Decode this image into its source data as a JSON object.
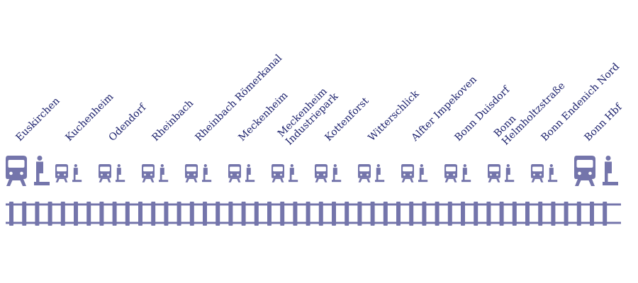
{
  "colors": {
    "label": "#1a1f6b",
    "icon": "#7475ab",
    "track": "#7475ab"
  },
  "icons": {
    "train": "train-icon",
    "person": "person-on-platform-icon"
  },
  "stations": [
    {
      "lines": [
        "Euskirchen"
      ],
      "terminus": true
    },
    {
      "lines": [
        "Kuchenheim"
      ],
      "terminus": false
    },
    {
      "lines": [
        "Odendorf"
      ],
      "terminus": false
    },
    {
      "lines": [
        "Rheinbach"
      ],
      "terminus": false
    },
    {
      "lines": [
        "Rheinbach Römerkanal"
      ],
      "terminus": false
    },
    {
      "lines": [
        "Meckenheim"
      ],
      "terminus": false
    },
    {
      "lines": [
        "Meckenheim",
        "Industriepark"
      ],
      "terminus": false
    },
    {
      "lines": [
        "Kottenforst"
      ],
      "terminus": false
    },
    {
      "lines": [
        "Witterschlick"
      ],
      "terminus": false
    },
    {
      "lines": [
        "Alfter Impekoven"
      ],
      "terminus": false
    },
    {
      "lines": [
        "Bonn Duisdorf"
      ],
      "terminus": false
    },
    {
      "lines": [
        "Bonn",
        "Helmholtzstraße"
      ],
      "terminus": false
    },
    {
      "lines": [
        "Bonn Endenich Nord"
      ],
      "terminus": false
    },
    {
      "lines": [
        "Bonn Hbf"
      ],
      "terminus": true
    }
  ]
}
